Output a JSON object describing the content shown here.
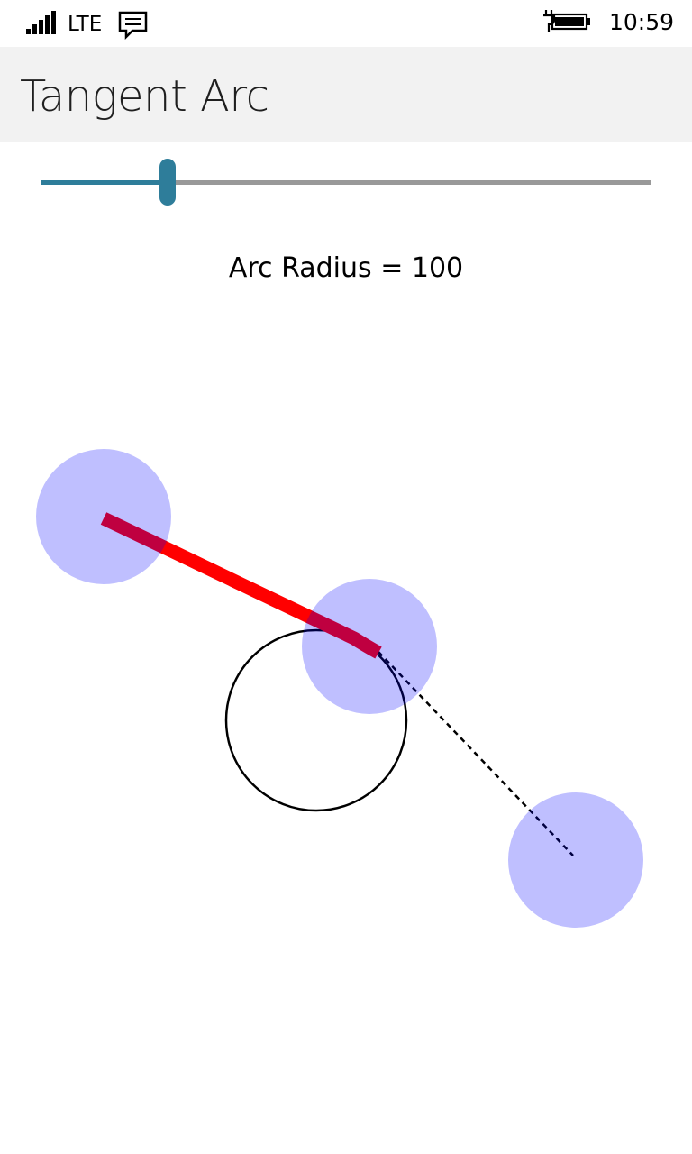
{
  "status_bar": {
    "network": "LTE",
    "time": "10:59",
    "signal_icon": "signal-bars-icon",
    "message_icon": "message-icon",
    "battery_icon": "battery-charging-icon"
  },
  "app": {
    "title": "Tangent Arc"
  },
  "slider": {
    "level": 0.208,
    "fill_color": "#2e7d9a",
    "track_color": "#999999"
  },
  "label": {
    "radius_text": "Arc Radius = 100"
  },
  "drawing": {
    "handle_color": "#c0c0ff",
    "path_color": "#ff0000",
    "circle_color": "#000000"
  }
}
